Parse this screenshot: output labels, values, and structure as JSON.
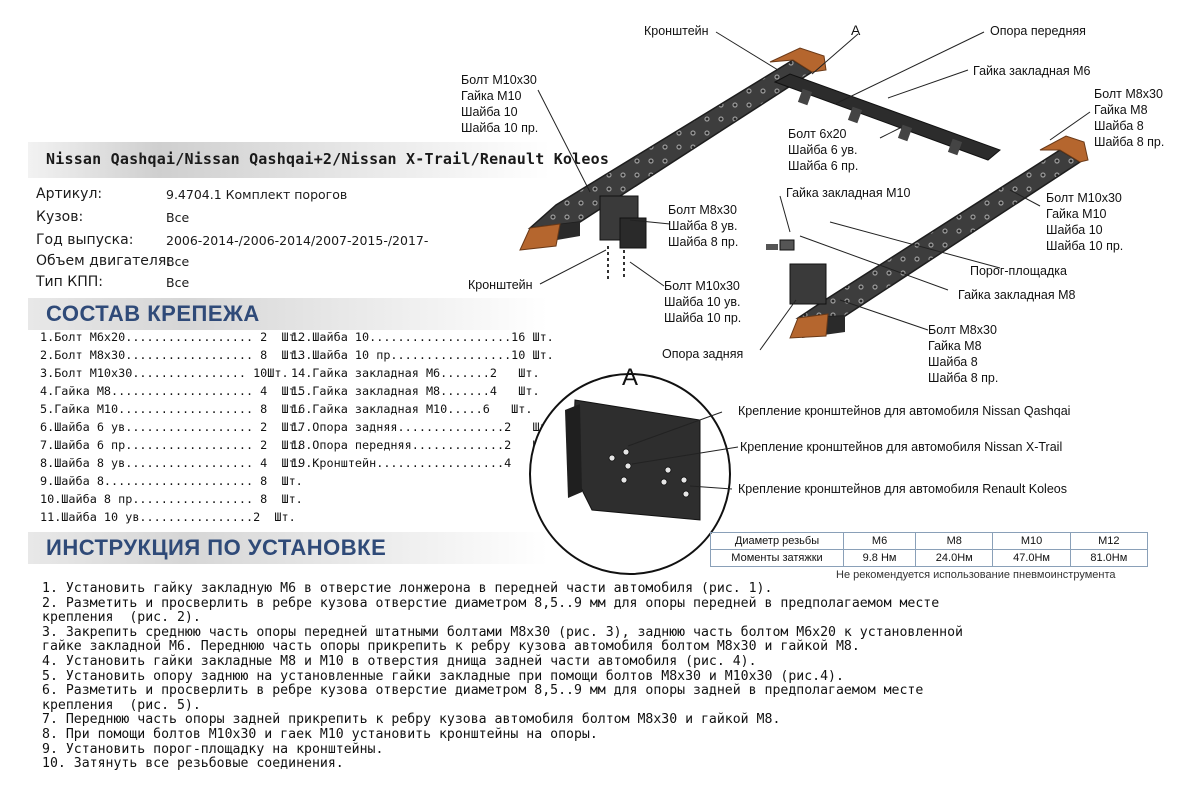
{
  "header": {
    "title": "Nissan Qashqai/Nissan Qashqai+2/Nissan X-Trail/Renault Koleos"
  },
  "specs": [
    {
      "label": "Артикул:",
      "value": "9.4704.1 Комплект порогов"
    },
    {
      "label": "Кузов:",
      "value": "Все"
    },
    {
      "label": "Год выпуска:",
      "value": "2006-2014-/2006-2014/2007-2015-/2017-"
    },
    {
      "label": "Объем двигателя:",
      "value": "Все"
    },
    {
      "label": "Тип КПП:",
      "value": "Все"
    }
  ],
  "fasteners": {
    "title": "СОСТАВ КРЕПЕЖА",
    "col1": [
      "1.Болт М6х20.................. 2  Шт.",
      "2.Болт М8х30.................. 8  Шт.",
      "3.Болт М10х30................ 10Шт.",
      "4.Гайка М8.................... 4  Шт.",
      "5.Гайка М10................... 8  Шт.",
      "6.Шайба 6 ув.................. 2  Шт.",
      "7.Шайба 6 пр.................. 2  Шт.",
      "8.Шайба 8 ув.................. 4  Шт.",
      "9.Шайба 8..................... 8  Шт.",
      "10.Шайба 8 пр................. 8  Шт.",
      "11.Шайба 10 ув................2  Шт."
    ],
    "col2": [
      "12.Шайба 10....................16 Шт.",
      "13.Шайба 10 пр.................10 Шт.",
      "14.Гайка закладная М6.......2   Шт.",
      "15.Гайка закладная М8.......4   Шт.",
      "16.Гайка закладная М10.....6   Шт.",
      "17.Опора задняя...............2   Шт.",
      "18.Опора передняя.............2   Шт.",
      "19.Кронштейн..................4   Шт."
    ]
  },
  "instructions": {
    "title": "ИНСТРУКЦИЯ ПО УСТАНОВКЕ",
    "lines": [
      "1. Установить гайку закладную М6 в отверстие лонжерона в передней части автомобиля (рис. 1).",
      "2. Разметить и просверлить в ребре кузова отверстие диаметром 8,5..9 мм для опоры передней в предполагаемом месте",
      "крепления  (рис. 2).",
      "3. Закрепить среднюю часть опоры передней штатными болтами М8х30 (рис. 3), заднюю часть болтом М6х20 к установленной",
      "гайке закладной М6. Переднюю часть опоры прикрепить к ребру кузова автомобиля болтом М8х30 и гайкой М8.",
      "4. Установить гайки закладные М8 и М10 в отверстия днища задней части автомобиля (рис. 4).",
      "5. Установить опору заднюю на установленные гайки закладные при помощи болтов М8х30 и М10х30 (рис.4).",
      "6. Разметить и просверлить в ребре кузова отверстие диаметром 8,5..9 мм для опоры задней в предполагаемом месте",
      "крепления  (рис. 5).",
      "7. Переднюю часть опоры задней прикрепить к ребру кузова автомобиля болтом М8х30 и гайкой М8.",
      "8. При помощи болтов М10х30 и гаек М10 установить кронштейны на опоры.",
      "9. Установить порог-площадку на кронштейны.",
      "10. Затянуть все резьбовые соединения."
    ]
  },
  "diagram": {
    "detail_letter": "A",
    "labels": {
      "bracket_top": "Кронштейн",
      "letter_a": "A",
      "front_support": "Опора передняя",
      "nut_m6": "Гайка закладная М6",
      "bolt_m10_left": [
        "Болт М10х30",
        "Гайка М10",
        "Шайба 10",
        "Шайба 10 пр."
      ],
      "bolt_m8_right": [
        "Болт М8х30",
        "Гайка М8",
        "Шайба 8",
        "Шайба 8 пр."
      ],
      "bolt_6x20": [
        "Болт 6х20",
        "Шайба 6 ув.",
        "Шайба 6 пр."
      ],
      "nut_m10": "Гайка закладная М10",
      "bolt_m10_right": [
        "Болт М10х30",
        "Гайка М10",
        "Шайба 10",
        "Шайба 10 пр."
      ],
      "bolt_m8_mid": [
        "Болт М8х30",
        "Шайба 8 ув.",
        "Шайба 8 пр."
      ],
      "step_platform": "Порог-площадка",
      "nut_m8": "Гайка закладная М8",
      "bracket_bottom": "Кронштейн",
      "bolt_m10_mid": [
        "Болт М10х30",
        "Шайба 10 ув.",
        "Шайба 10 пр."
      ],
      "bolt_m8_lower": [
        "Болт М8х30",
        "Гайка М8",
        "Шайба 8",
        "Шайба 8 пр."
      ],
      "rear_support": "Опора задняя",
      "mount_qashqai": "Крепление кронштейнов для автомобиля Nissan Qashqai",
      "mount_xtrail": "Крепление кронштейнов для автомобиля Nissan X-Trail",
      "mount_koleos": "Крепление кронштейнов для автомобиля Renault Koleos"
    }
  },
  "torque_table": {
    "row_thread": [
      "Диаметр резьбы",
      "М6",
      "М8",
      "М10",
      "М12"
    ],
    "row_torque": [
      "Моменты затяжки",
      "9.8 Нм",
      "24.0Нм",
      "47.0Нм",
      "81.0Нм"
    ],
    "note": "Не рекомендуется использование пневмоинструмента"
  },
  "colors": {
    "accent": "#2f4a78",
    "step_end_caps": "#b5662e",
    "step_body": "#3a3a3a"
  }
}
